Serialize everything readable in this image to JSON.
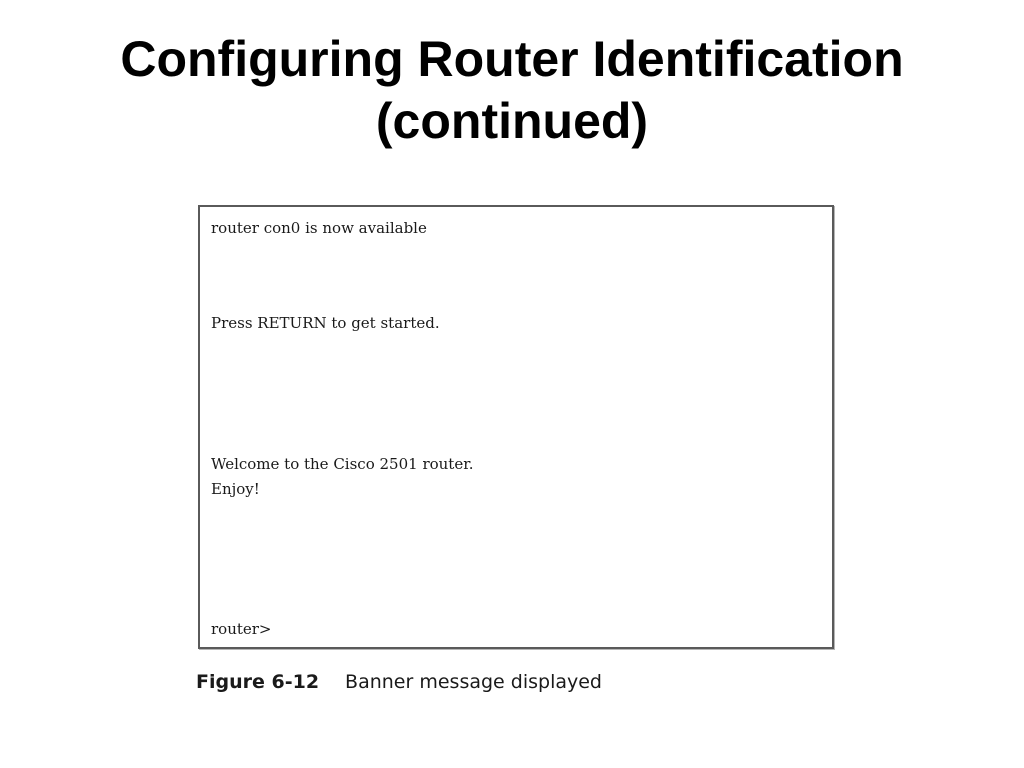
{
  "slide": {
    "title_line1": "Configuring Router Identification",
    "title_line2": "(continued)"
  },
  "console": {
    "lines": [
      "router con0 is now available",
      "Press RETURN to get started.",
      "Welcome to the Cisco 2501 router.",
      "Enjoy!",
      "router>"
    ]
  },
  "caption": {
    "figure_number": "Figure 6-12",
    "text": "Banner message displayed"
  }
}
